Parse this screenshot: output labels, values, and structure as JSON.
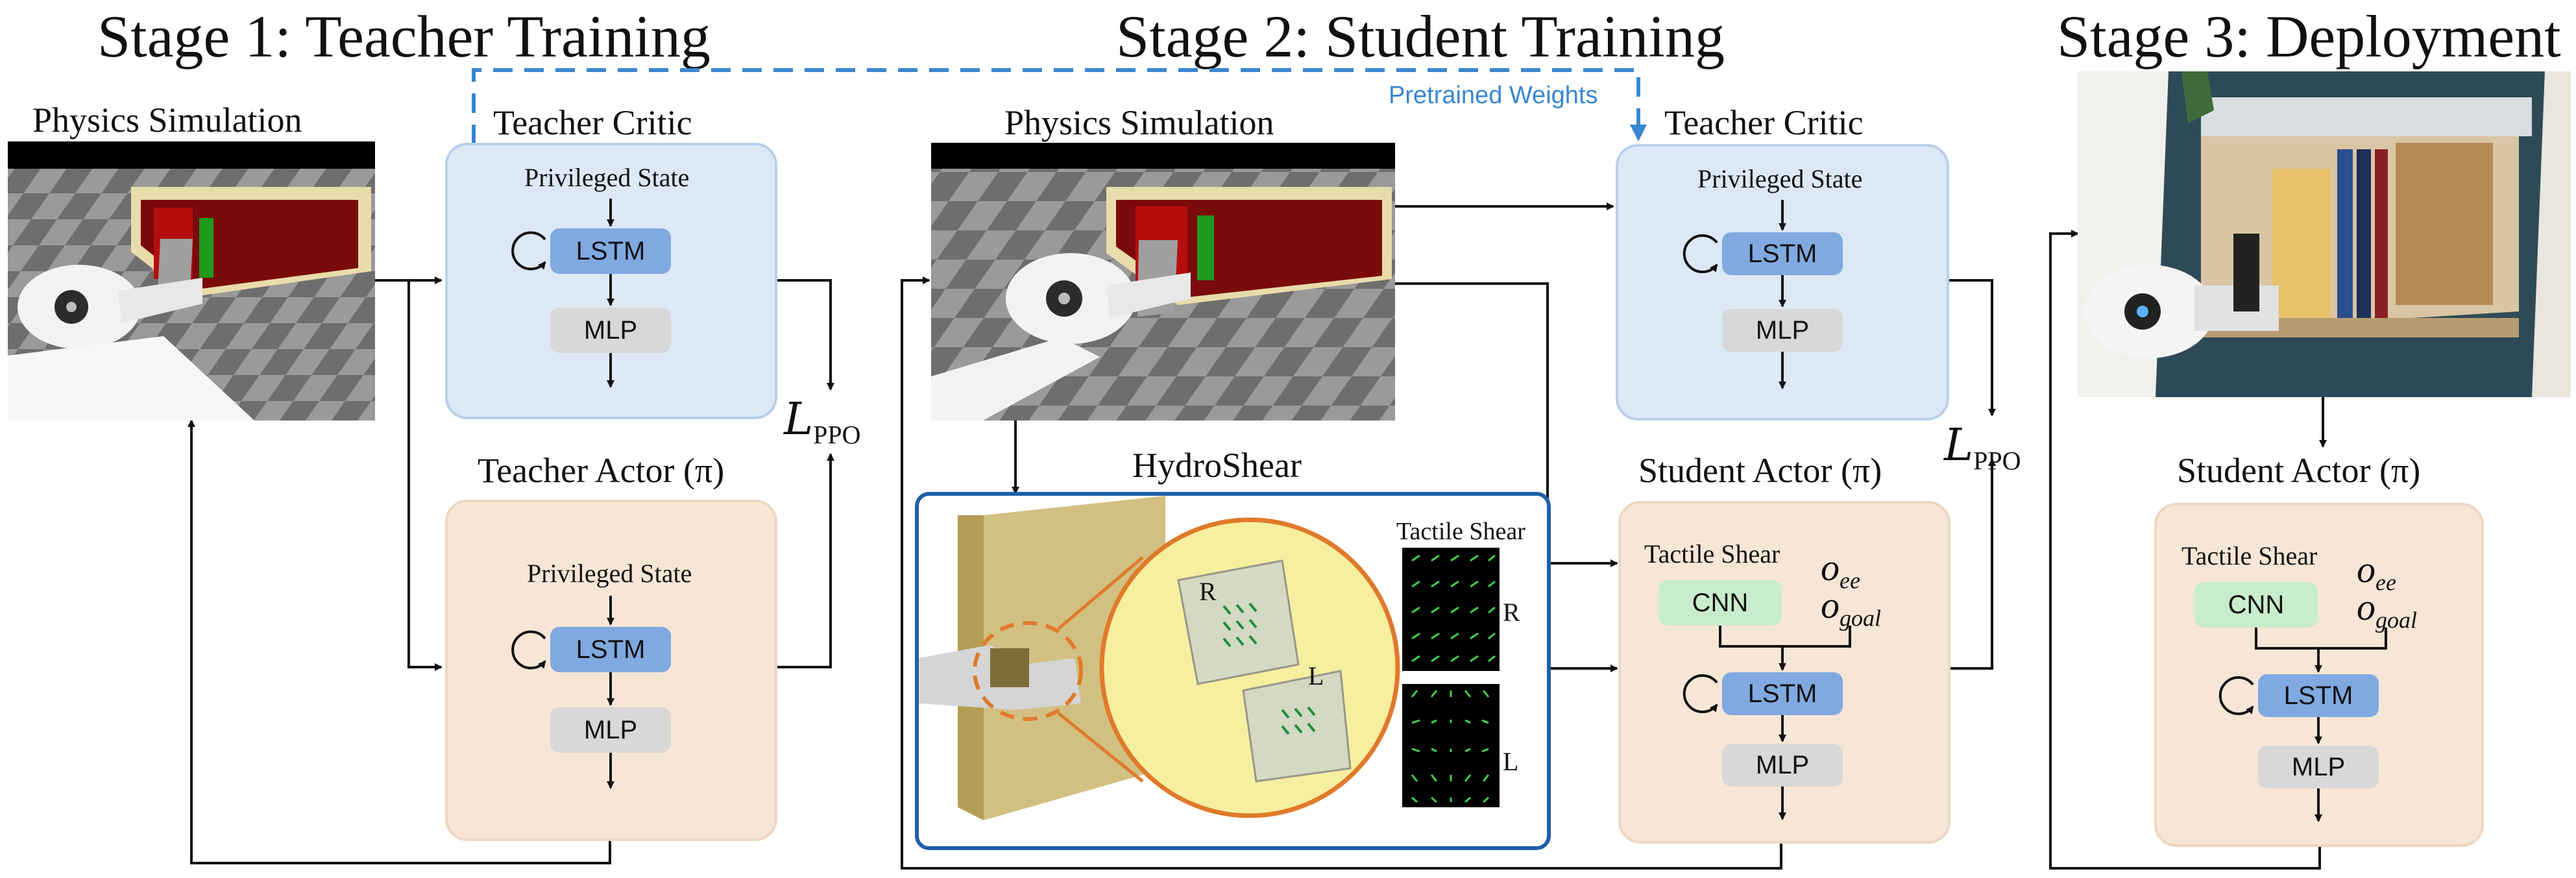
{
  "stages": {
    "stage1": "Stage 1: Teacher Training",
    "stage2": "Stage 2: Student Training",
    "stage3": "Stage 3: Deployment"
  },
  "physics_sim": "Physics Simulation",
  "pretrained": "Pretrained Weights",
  "teacher_critic": {
    "title": "Teacher Critic",
    "input": "Privileged State"
  },
  "teacher_actor": {
    "title": "Teacher Actor (π)",
    "input": "Privileged State"
  },
  "student_actor": {
    "title": "Student Actor (π)",
    "tactile": "Tactile Shear"
  },
  "blocks": {
    "lstm": "LSTM",
    "mlp": "MLP",
    "cnn": "CNN"
  },
  "loss": {
    "symbol": "L",
    "subscript": "PPO"
  },
  "obs": {
    "o": "o",
    "ee": "ee",
    "goal": "goal"
  },
  "hydroshear": {
    "title": "HydroShear",
    "tactile_label": "Tactile Shear",
    "r": "R",
    "l": "L"
  },
  "colors": {
    "critic_fill": "#dde8f6",
    "actor_fill": "#f7e6d6",
    "lstm": "#7fa9e0",
    "mlp": "#d8d8d8",
    "cnn": "#c8edcc",
    "pretrained_arrow": "#3a86d0",
    "hydro_border": "#1f5fa8"
  }
}
